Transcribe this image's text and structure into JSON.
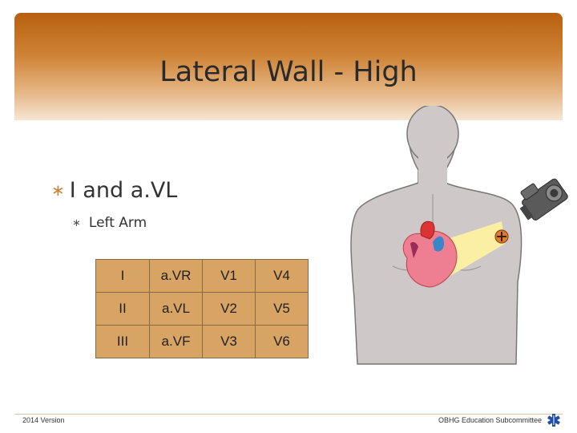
{
  "slide": {
    "title": "Lateral Wall - High",
    "bullets": [
      {
        "text": "I and a.VL",
        "level": 1
      },
      {
        "text": "Left Arm",
        "level": 2
      }
    ],
    "bullet_glyph": "∗",
    "lead_table": {
      "rows": [
        [
          "I",
          "a.VR",
          "V1",
          "V4"
        ],
        [
          "II",
          "a.VL",
          "V2",
          "V5"
        ],
        [
          "III",
          "a.VF",
          "V3",
          "V6"
        ]
      ],
      "cell_color": "#d8a464"
    },
    "illustration": {
      "subject": "torso-heart-camera",
      "marker": "+",
      "icons": [
        "torso-icon",
        "heart-icon",
        "camera-icon",
        "positive-electrode-icon"
      ]
    },
    "footer": {
      "left": "2014 Version",
      "right": "OBHG Education Subcommittee",
      "logo_icon": "star-of-life-icon"
    },
    "colors": {
      "banner": "#cf8336",
      "accent": "#c8843a",
      "heart": "#e2667a",
      "beam": "#fff3a0",
      "logo": "#1f4fa3"
    }
  }
}
